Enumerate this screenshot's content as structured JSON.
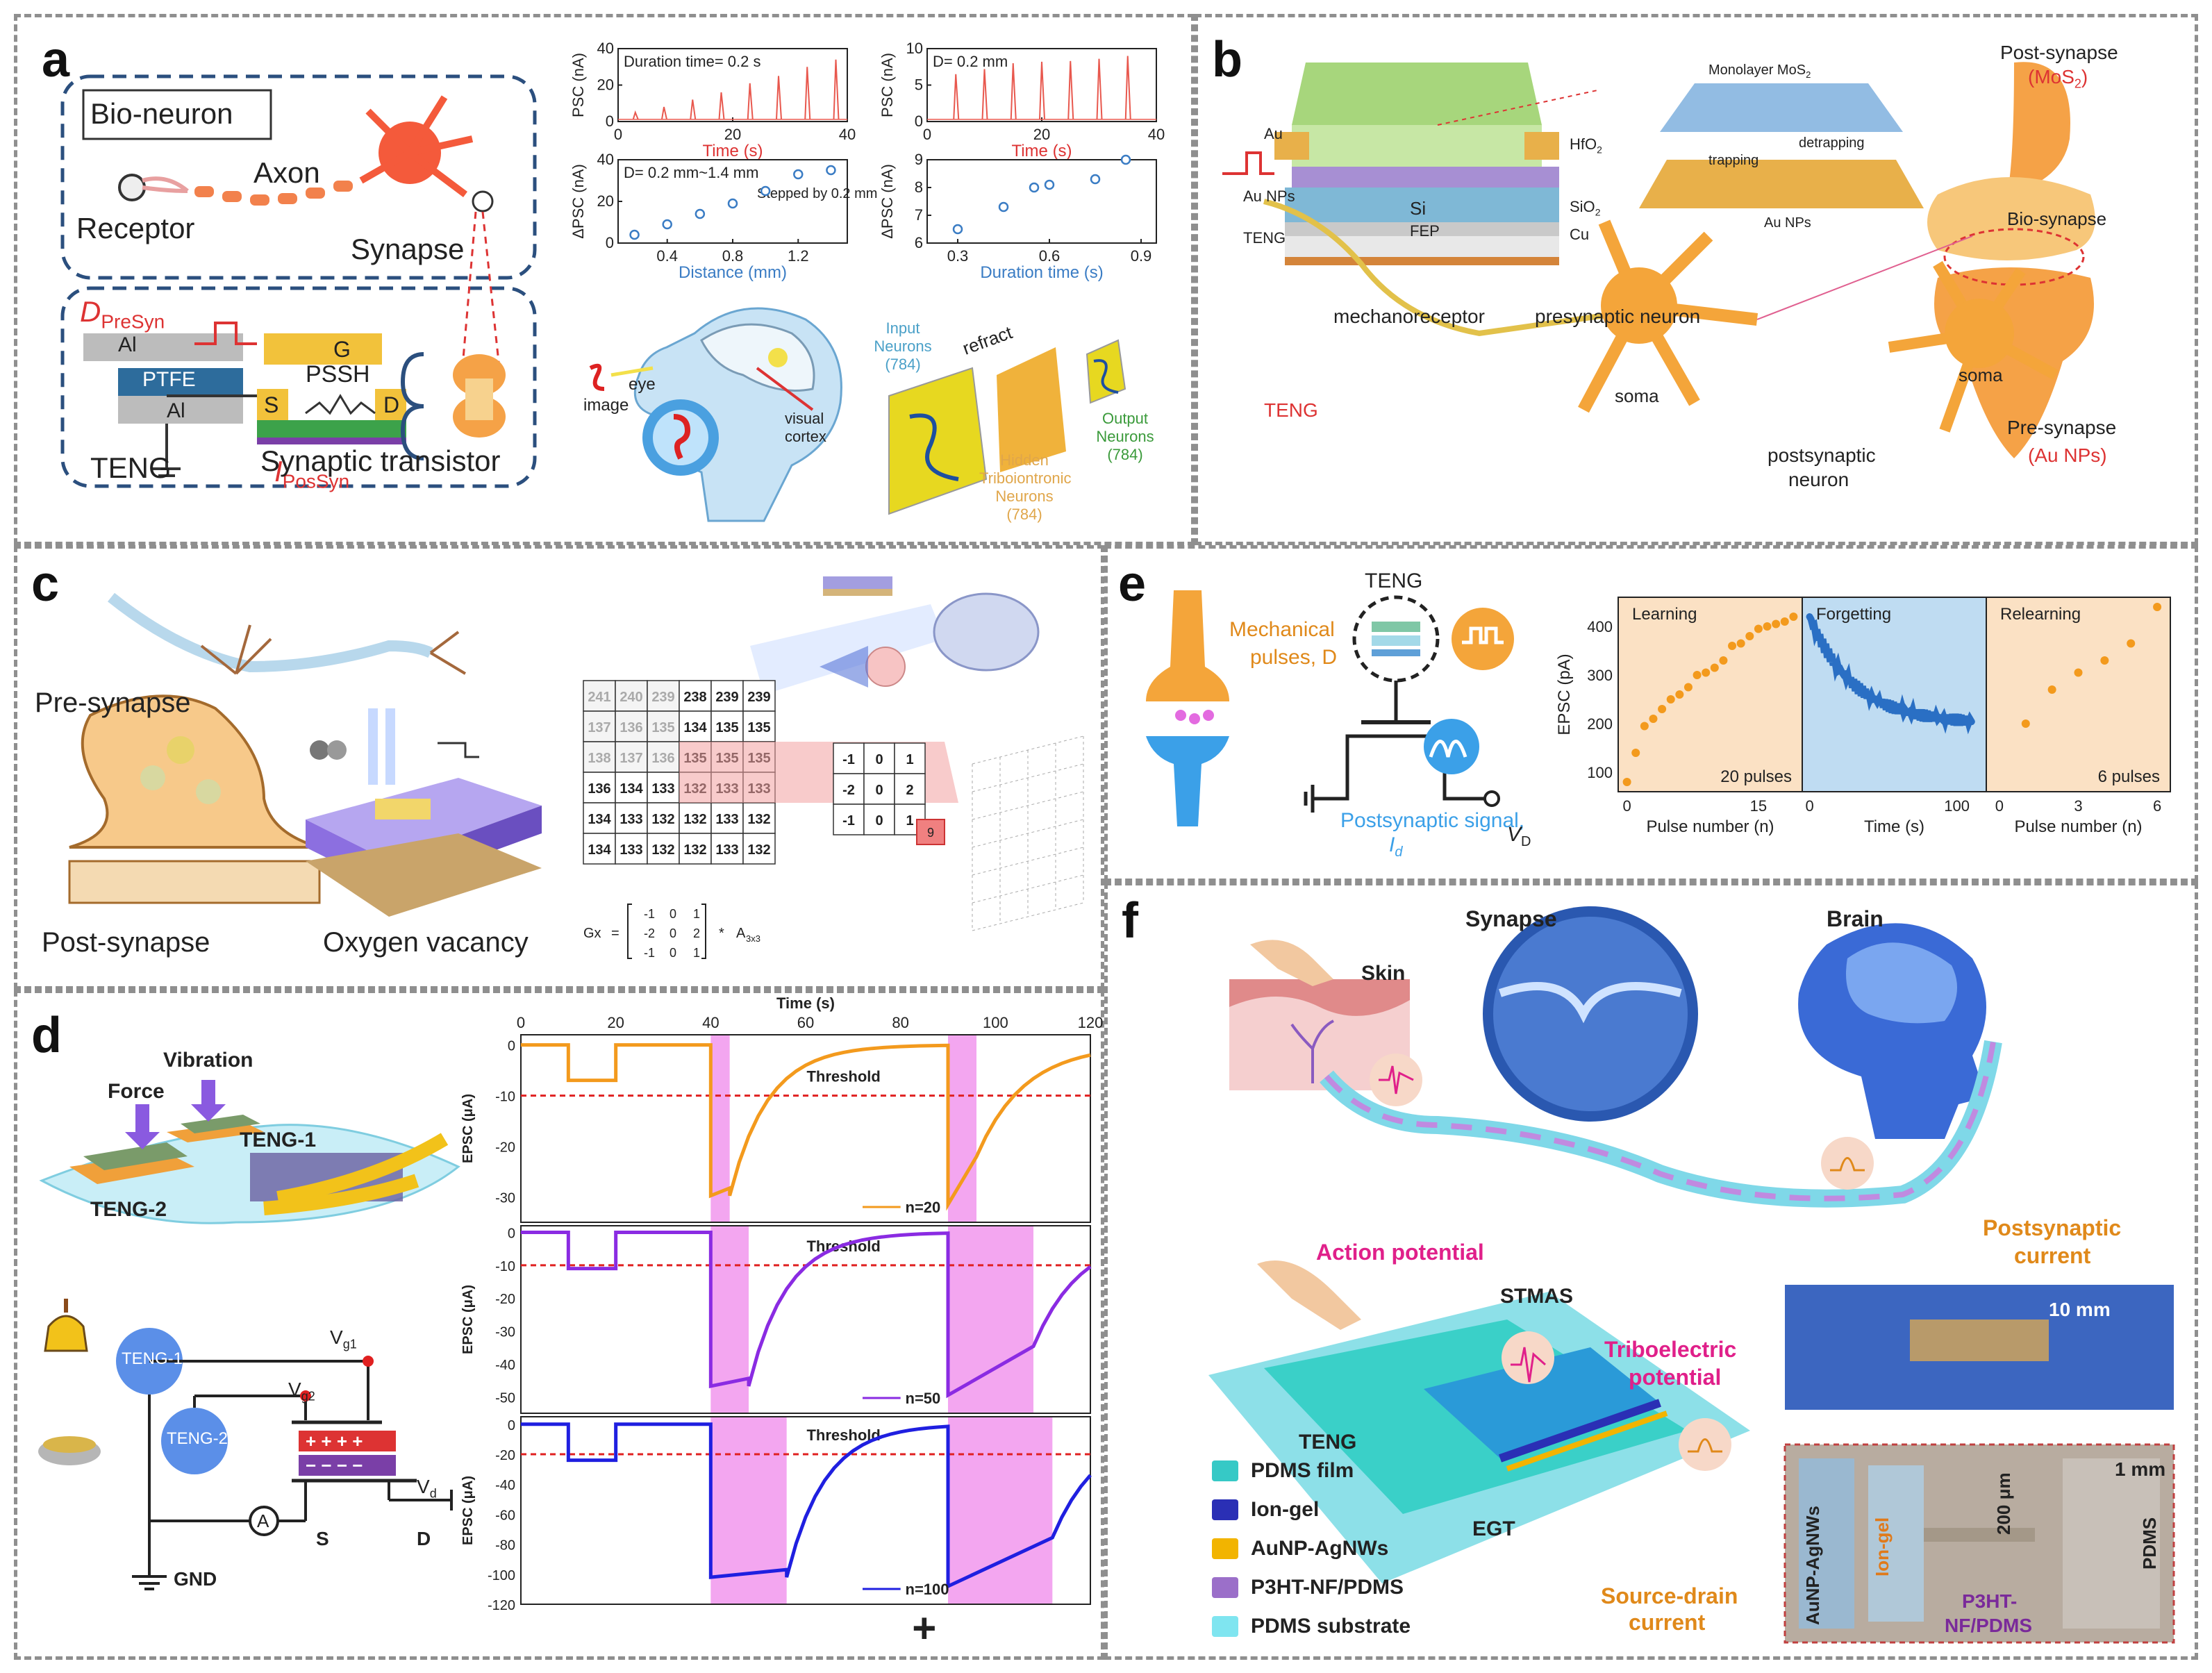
{
  "panels": {
    "a": {
      "label": "a",
      "bio_neuron": "Bio-neuron",
      "axon": "Axon",
      "receptor": "Receptor",
      "synapse": "Synapse",
      "d_presyn": "D",
      "d_presyn_sub": "PreSyn",
      "al_top": "Al",
      "ptfe": "PTFE",
      "al_bottom": "Al",
      "g": "G",
      "pssh": "PSSH",
      "s": "S",
      "d": "D",
      "i_possyn": "I",
      "i_possyn_sub": "PosSyn",
      "teng": "TENG",
      "synaptic_transistor": "Synaptic transistor",
      "image": "image",
      "eye": "eye",
      "visual_cortex": "visual cortex",
      "input_neurons": "Input Neurons (784)",
      "refract": "refract",
      "hidden_neurons": "Hidden Triboiontronic Neurons (784)",
      "output_neurons": "Output Neurons (784)"
    },
    "b": {
      "label": "b",
      "au": "Au",
      "au_nps": "Au NPs",
      "teng": "TENG",
      "hfo2": "HfO",
      "sio2": "SiO",
      "si": "Si",
      "fep": "FEP",
      "cu": "Cu",
      "monolayer": "Monolayer MoS",
      "detrapping": "detrapping",
      "trapping": "trapping",
      "au_nps_2": "Au NPs",
      "post_synapse": "Post-synapse",
      "mos2": "(MoS",
      "bio_synapse": "Bio-synapse",
      "pre_synapse": "Pre-synapse",
      "au_nps_3": "(Au NPs)",
      "mechanoreceptor": "mechanoreceptor",
      "presynaptic": "presynaptic neuron",
      "soma1": "soma",
      "soma2": "soma",
      "teng2": "TENG",
      "postsynaptic": "postsynaptic",
      "neuron": "neuron"
    },
    "c": {
      "label": "c",
      "pre_synapse": "Pre-synapse",
      "post_synapse": "Post-synapse",
      "oxygen_vacancy": "Oxygen vacancy",
      "gx": "Gx",
      "eq": "=",
      "mult": "*",
      "a3x3": "A",
      "a3x3_sub": "3x3",
      "matrix": [
        [
          "241",
          "240",
          "239",
          "238",
          "239",
          "239"
        ],
        [
          "137",
          "136",
          "135",
          "134",
          "135",
          "135"
        ],
        [
          "138",
          "137",
          "136",
          "135",
          "135",
          "135"
        ],
        [
          "136",
          "134",
          "133",
          "132",
          "133",
          "133"
        ],
        [
          "134",
          "133",
          "132",
          "132",
          "133",
          "132"
        ],
        [
          "134",
          "133",
          "132",
          "132",
          "133",
          "132"
        ]
      ],
      "kernel": [
        [
          "-1",
          "0",
          "1"
        ],
        [
          "-2",
          "0",
          "2"
        ],
        [
          "-1",
          "0",
          "1"
        ]
      ],
      "result_cell": "9"
    },
    "d": {
      "label": "d",
      "vibration": "Vibration",
      "force": "Force",
      "teng1": "TENG-1",
      "teng2": "TENG-2",
      "teng1_c": "TENG-1",
      "teng2_c": "TENG-2",
      "vg1": "V",
      "vg1_sub": "g1",
      "vg2": "V",
      "vg2_sub": "g2",
      "vd": "V",
      "vd_sub": "d",
      "gnd": "GND",
      "ammeter": "A",
      "s": "S",
      "d": "D",
      "plus": "+"
    },
    "e": {
      "label": "e",
      "teng": "TENG",
      "mech1": "Mechanical",
      "mech2": "pulses, D",
      "post1": "Postsynaptic signal,",
      "post2": "I",
      "post2_sub": "d",
      "vd": "V",
      "vd_sub": "D"
    },
    "f": {
      "label": "f",
      "skin": "Skin",
      "synapse": "Synapse",
      "brain": "Brain",
      "action_potential": "Action potential",
      "postsynaptic_current_1": "Postsynaptic",
      "postsynaptic_current_2": "current",
      "stmas": "STMAS",
      "triboelectric_1": "Triboelectric",
      "triboelectric_2": "potential",
      "teng": "TENG",
      "egt": "EGT",
      "source_drain_1": "Source-drain",
      "source_drain_2": "current",
      "scale_10mm": "10 mm",
      "scale_1mm": "1 mm",
      "scale_200um": "200 μm",
      "aunp_agnws_v": "AuNP-AgNWs",
      "ion_gel_v": "Ion-gel",
      "p3ht_1": "P3HT-",
      "p3ht_2": "NF/PDMS",
      "pdms_v": "PDMS",
      "legend": [
        {
          "label": "PDMS film",
          "color": "#36c9c6"
        },
        {
          "label": "Ion-gel",
          "color": "#2a2fb5"
        },
        {
          "label": "AuNP-AgNWs",
          "color": "#f2b400"
        },
        {
          "label": "P3HT-NF/PDMS",
          "color": "#9b6fc9"
        },
        {
          "label": "PDMS substrate",
          "color": "#7fe5f0"
        }
      ]
    }
  },
  "colors": {
    "red_trace": "#e8584e",
    "blue_point": "#3a7cc4",
    "orange": "#f39a1d",
    "purple": "#8a2be2",
    "blue": "#1f1fe0",
    "magenta_band": "#f3a6f0",
    "threshold_red": "#e02020"
  },
  "chart_data": [
    {
      "id": "a-psc-duration",
      "type": "line",
      "title": "Duration time= 0.2 s",
      "xlabel": "Time (s)",
      "ylabel": "PSC (nA)",
      "xlim": [
        0,
        40
      ],
      "ylim": [
        0,
        40
      ],
      "xticks": [
        "0",
        "20",
        "40"
      ],
      "yticks": [
        "0",
        "20",
        "40"
      ],
      "spike_times": [
        3,
        8,
        13,
        18,
        23,
        28,
        33,
        38
      ],
      "spike_peaks": [
        5,
        8,
        12,
        16,
        21,
        25,
        30,
        34
      ]
    },
    {
      "id": "a-psc-distance",
      "type": "line",
      "title": "D= 0.2 mm",
      "xlabel": "Time (s)",
      "ylabel": "PSC (nA)",
      "xlim": [
        0,
        40
      ],
      "ylim": [
        0,
        10
      ],
      "xticks": [
        "0",
        "20",
        "40"
      ],
      "yticks": [
        "0",
        "5",
        "10"
      ],
      "spike_times": [
        5,
        10,
        15,
        20,
        25,
        30,
        35
      ],
      "spike_peaks": [
        6.5,
        7.2,
        8.0,
        8.2,
        8.3,
        8.6,
        9.0
      ]
    },
    {
      "id": "a-dpsc-distance",
      "type": "scatter",
      "title": "D= 0.2 mm~1.4 mm",
      "annotation": "Stepped by 0.2 mm",
      "xlabel": "Distance (mm)",
      "ylabel": "ΔPSC (nA)",
      "xlim": [
        0.1,
        1.5
      ],
      "ylim": [
        0,
        40
      ],
      "xticks": [
        "0.4",
        "0.8",
        "1.2"
      ],
      "yticks": [
        "0",
        "20",
        "40"
      ],
      "x": [
        0.2,
        0.4,
        0.6,
        0.8,
        1.0,
        1.2,
        1.4
      ],
      "y": [
        4,
        9,
        14,
        19,
        25,
        33,
        35
      ]
    },
    {
      "id": "a-dpsc-duration",
      "type": "scatter",
      "xlabel": "Duration time (s)",
      "ylabel": "ΔPSC (nA)",
      "xlim": [
        0.2,
        0.95
      ],
      "ylim": [
        6,
        9
      ],
      "xticks": [
        "0.3",
        "0.6",
        "0.9"
      ],
      "yticks": [
        "6",
        "7",
        "8",
        "9"
      ],
      "x": [
        0.3,
        0.45,
        0.55,
        0.6,
        0.75,
        0.85
      ],
      "y": [
        6.5,
        7.3,
        8.0,
        8.1,
        8.3,
        9.0
      ]
    },
    {
      "id": "e-epsc",
      "type": "scatter",
      "ylabel": "EPSC (pA)",
      "yticks": [
        "100",
        "200",
        "300",
        "400"
      ],
      "ylim": [
        60,
        460
      ],
      "segments": [
        {
          "name": "Learning",
          "note": "20 pulses",
          "xlabel": "Pulse number (n)",
          "xticks": [
            "0",
            "15"
          ],
          "xlim": [
            -1,
            20
          ],
          "x": [
            0,
            1,
            2,
            3,
            4,
            5,
            6,
            7,
            8,
            9,
            10,
            11,
            12,
            13,
            14,
            15,
            16,
            17,
            18,
            19
          ],
          "y": [
            80,
            140,
            195,
            210,
            230,
            250,
            260,
            275,
            300,
            305,
            315,
            330,
            360,
            365,
            380,
            395,
            400,
            405,
            410,
            420
          ]
        },
        {
          "name": "Forgetting",
          "xlabel": "Time (s)",
          "xticks": [
            "0",
            "100"
          ],
          "xlim": [
            -5,
            120
          ],
          "decay_start": 420,
          "decay_end": 200
        },
        {
          "name": "Relearning",
          "note": "6 pulses",
          "xlabel": "Pulse number (n)",
          "xticks": [
            "0",
            "3",
            "6"
          ],
          "xlim": [
            -0.5,
            6.5
          ],
          "x": [
            1,
            2,
            3,
            4,
            5,
            6
          ],
          "y": [
            200,
            270,
            305,
            330,
            365,
            440
          ]
        }
      ]
    },
    {
      "id": "d-epsc",
      "type": "line",
      "xlabel": "Time (s)",
      "xlim": [
        0,
        120
      ],
      "xticks": [
        "0",
        "20",
        "40",
        "60",
        "80",
        "100",
        "120"
      ],
      "highlight_bands": [
        [
          40,
          44
        ],
        [
          90,
          96
        ]
      ],
      "subplots": [
        {
          "name": "n=20",
          "ylabel": "EPSC (μA)",
          "ylim": [
            -35,
            2
          ],
          "yticks": [
            "0",
            "-10",
            "-20",
            "-30"
          ],
          "threshold": -10,
          "threshold_label": "Threshold",
          "color": "#f39a1d",
          "bands": [
            [
              40,
              44
            ],
            [
              90,
              96
            ]
          ]
        },
        {
          "name": "n=50",
          "ylabel": "EPSC (μA)",
          "ylim": [
            -55,
            2
          ],
          "yticks": [
            "0",
            "-10",
            "-20",
            "-30",
            "-40",
            "-50"
          ],
          "threshold": -10,
          "threshold_label": "Threshold",
          "color": "#8a2be2",
          "bands": [
            [
              40,
              48
            ],
            [
              90,
              108
            ]
          ]
        },
        {
          "name": "n=100",
          "ylabel": "EPSC (μA)",
          "ylim": [
            -120,
            5
          ],
          "yticks": [
            "0",
            "-20",
            "-40",
            "-60",
            "-80",
            "-100",
            "-120"
          ],
          "threshold": -20,
          "threshold_label": "Threshold",
          "color": "#1f1fe0",
          "bands": [
            [
              40,
              56
            ],
            [
              90,
              112
            ]
          ]
        }
      ]
    }
  ]
}
